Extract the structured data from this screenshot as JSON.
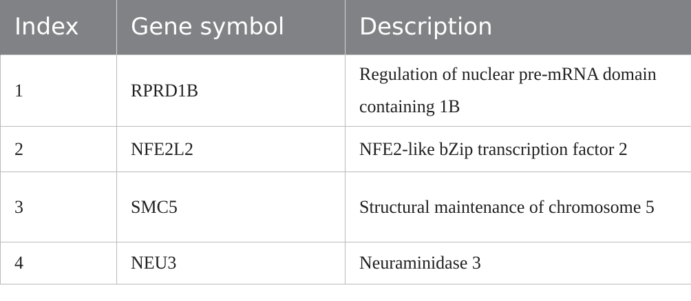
{
  "table": {
    "headers": [
      "Index",
      "Gene symbol",
      "Description"
    ],
    "rows": [
      {
        "index": "1",
        "symbol": "RPRD1B",
        "description": "Regulation of nuclear pre-mRNA domain containing 1B"
      },
      {
        "index": "2",
        "symbol": "NFE2L2",
        "description": "NFE2-like bZip transcription factor 2"
      },
      {
        "index": "3",
        "symbol": "SMC5",
        "description": "Structural maintenance of chromosome 5"
      },
      {
        "index": "4",
        "symbol": "NEU3",
        "description": "Neuraminidase 3"
      }
    ]
  },
  "colors": {
    "header_background": "#808285",
    "header_text": "#ffffff",
    "border": "#b9b9b9"
  }
}
